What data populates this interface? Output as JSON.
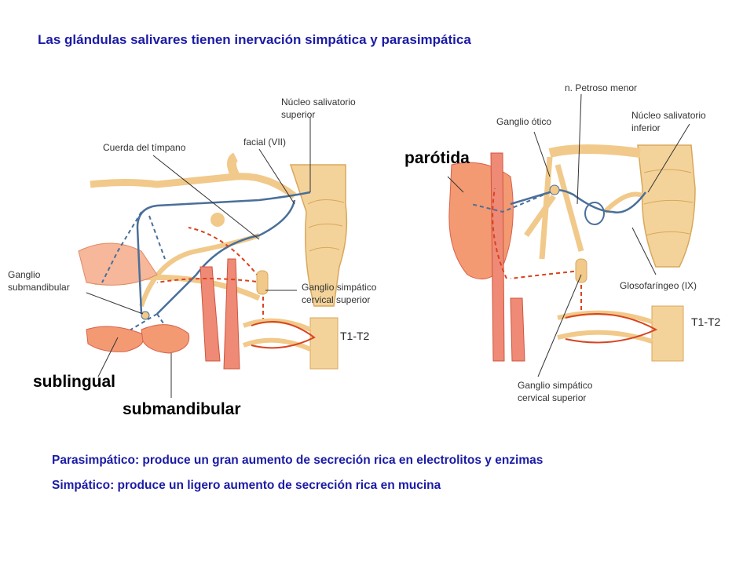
{
  "title": "Las glándulas salivares tienen inervación simpática y parasimpática",
  "left_panel": {
    "labels": {
      "nucleo_sup_1": "Núcleo salivatorio",
      "nucleo_sup_2": "superior",
      "facial": "facial (VII)",
      "cuerda": "Cuerda del tímpano",
      "ganglio_sub_1": "Ganglio",
      "ganglio_sub_2": "submandibular",
      "ganglio_simp_1": "Ganglio simpático",
      "ganglio_simp_2": "cervical superior",
      "segment": "T1-T2"
    },
    "glands": {
      "sublingual": "sublingual",
      "submandibular": "submandibular"
    }
  },
  "right_panel": {
    "labels": {
      "petroso": "n. Petroso menor",
      "nucleo_inf_1": "Núcleo salivatorio",
      "nucleo_inf_2": "inferior",
      "otico": "Ganglio ótico",
      "gloso": "Glosofaríngeo (IX)",
      "ganglio_simp_1": "Ganglio simpático",
      "ganglio_simp_2": "cervical superior",
      "segment": "T1-T2"
    },
    "glands": {
      "parotida": "parótida"
    }
  },
  "notes": {
    "parasimpatico": "Parasimpático: produce un gran aumento de secreción rica en electrolitos y enzimas",
    "simpatico": "Simpático: produce un ligero aumento de secreción rica en mucina"
  },
  "colors": {
    "title_blue": "#1b1ba6",
    "nerve_tan": "#f1c98a",
    "parasympathetic_blue": "#4a6f9a",
    "sympathetic_red": "#d9431f",
    "gland_orange": "#f39a73"
  }
}
